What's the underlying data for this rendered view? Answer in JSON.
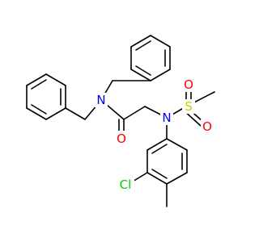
{
  "molecule": {
    "atoms": {
      "N_amide": {
        "symbol": "N",
        "color": "#0000FF"
      },
      "O_carbonyl": {
        "symbol": "O",
        "color": "#FF0000"
      },
      "N_sulfonamide": {
        "symbol": "N",
        "color": "#0000FF"
      },
      "S": {
        "symbol": "S",
        "color": "#CCCC00"
      },
      "O_sulfonyl_1": {
        "symbol": "O",
        "color": "#FF0000"
      },
      "O_sulfonyl_2": {
        "symbol": "O",
        "color": "#FF0000"
      },
      "Cl": {
        "symbol": "Cl",
        "color": "#00CC00"
      }
    },
    "bond_color": "#000000",
    "background": "#FFFFFF"
  }
}
